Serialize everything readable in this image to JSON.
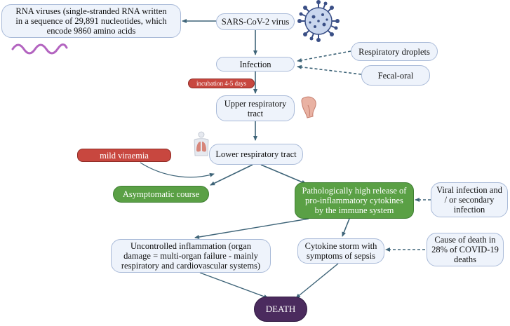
{
  "nodes": {
    "rna_viruses": "RNA viruses (single-stranded RNA written\nin a sequence of 29,891 nucleotides, which\nencode 9860 amino acids",
    "sars_cov_2": "SARS-CoV-2 virus",
    "respiratory_droplets": "Respiratory droplets",
    "infection": "Infection",
    "fecal_oral": "Fecal-oral",
    "incubation": "incubation 4-5 days",
    "upper_respiratory": "Upper respiratory\ntract",
    "mild_viraemia": "mild viraemia",
    "lower_respiratory": "Lower respiratory tract",
    "asymptomatic": "Asymptomatic course",
    "pathological_release": "Pathologically high release of\npro-inflammatory cytokines\nby the immune system",
    "viral_infection": "Viral infection and\n/ or secondary\ninfection",
    "uncontrolled_inflammation": "Uncontrolled inflammation (organ\ndamage = multi-organ failure - mainly\nrespiratory and cardiovascular systems)",
    "cytokine_storm": "Cytokine storm with\nsymptoms of sepsis",
    "cause_of_death": "Cause of death in\n28% of COVID-19\ndeaths",
    "death": "DEATH"
  },
  "colors": {
    "arrow": "#3e6478",
    "box_fill": "#eef3fb",
    "box_border": "#a9bad8",
    "green": "#5aa045",
    "red": "#c8473f",
    "death": "#4b2b5e",
    "rna_wave": "#b364c0",
    "virus": "#3a4f86"
  },
  "icons": [
    "coronavirus-icon",
    "rna-strand-icon",
    "throat-icon",
    "lungs-body-icon"
  ]
}
